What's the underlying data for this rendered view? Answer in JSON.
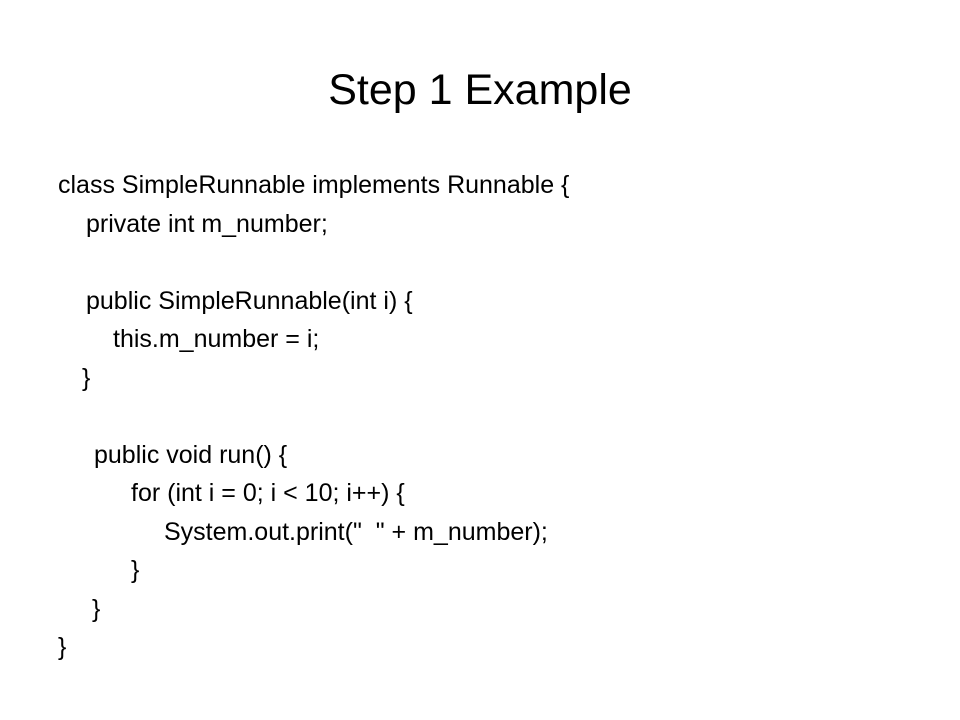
{
  "slide": {
    "title": "Step 1 Example",
    "code_lines": [
      "class SimpleRunnable implements Runnable {",
      "private int m_number;",
      "",
      "public SimpleRunnable(int i) {",
      "this.m_number = i;",
      "}",
      "",
      "public void run() {",
      "for (int i = 0; i < 10; i++) {",
      "System.out.print(\"  \" + m_number);",
      "}",
      "}",
      "}"
    ]
  }
}
